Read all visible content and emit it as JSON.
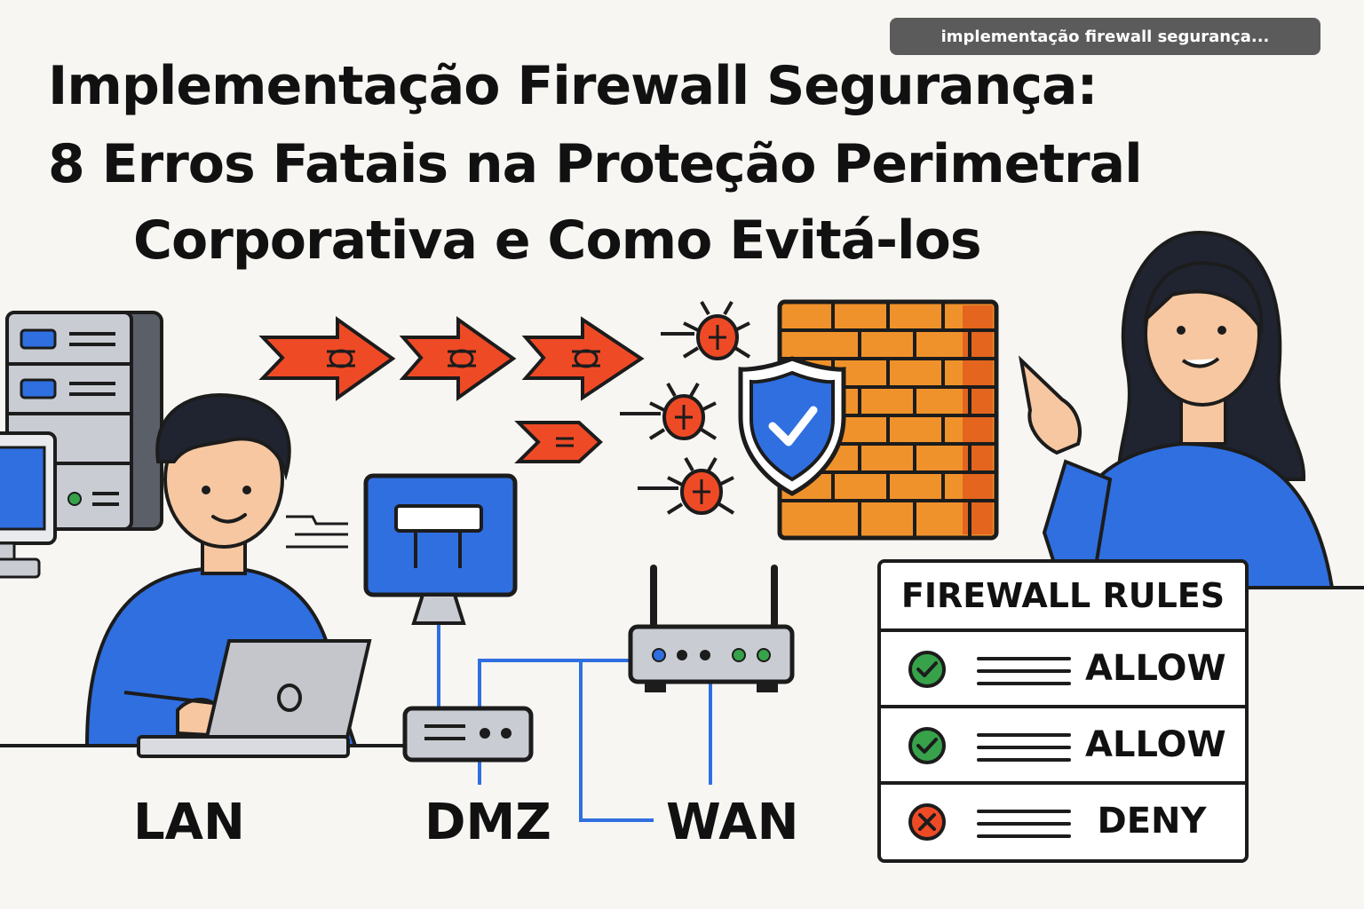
{
  "tag": {
    "label": "implementação firewall segurança..."
  },
  "title": {
    "line1": "Implementação Firewall Segurança:",
    "line2": "8 Erros Fatais na Proteção Perimetral",
    "line3": "Corporativa e Como Evitá-los"
  },
  "network": {
    "lan": "LAN",
    "dmz": "DMZ",
    "wan": "WAN"
  },
  "rules": {
    "title": "FIREWALL RULES",
    "items": [
      {
        "action": "ALLOW",
        "status": "allow",
        "icon": "check-icon"
      },
      {
        "action": "ALLOW",
        "status": "allow",
        "icon": "check-icon"
      },
      {
        "action": "DENY",
        "status": "deny",
        "icon": "x-icon"
      }
    ]
  },
  "colors": {
    "blue": "#2f6fe0",
    "orange": "#f0922b",
    "red": "#ef4a26",
    "green": "#37a24a",
    "outline": "#1c1c1c"
  }
}
